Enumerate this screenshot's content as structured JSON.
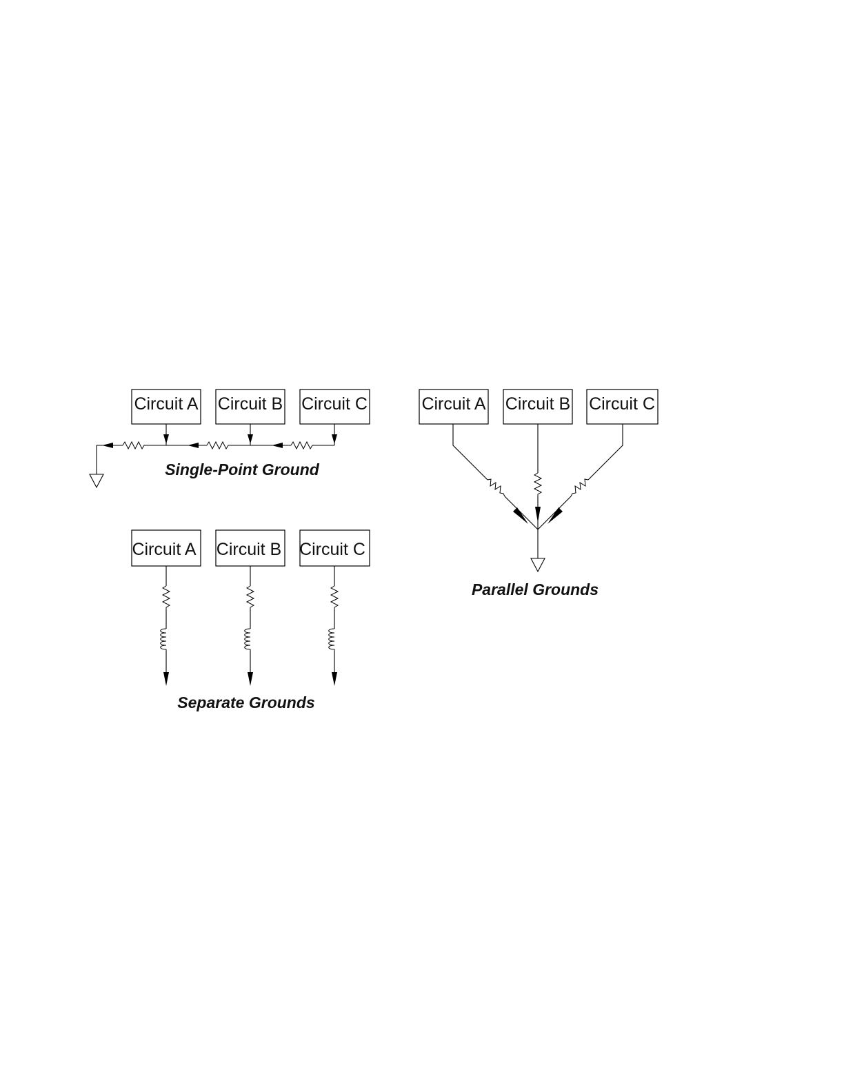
{
  "single_point": {
    "circuits": [
      "Circuit A",
      "Circuit B",
      "Circuit C"
    ],
    "caption": "Single-Point Ground"
  },
  "separate": {
    "circuits": [
      "Circuit A",
      "Circuit B",
      "Circuit C"
    ],
    "caption": "Separate Grounds"
  },
  "parallel": {
    "circuits": [
      "Circuit A",
      "Circuit B",
      "Circuit C"
    ],
    "caption": "Parallel Grounds"
  }
}
